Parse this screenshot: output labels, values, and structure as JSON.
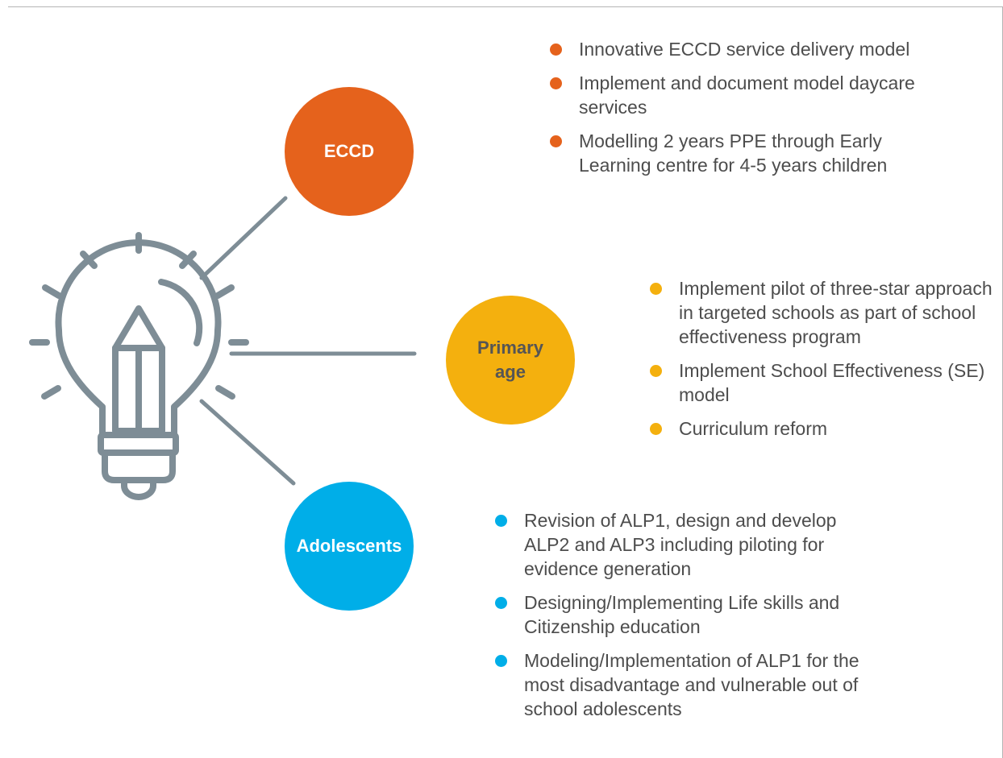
{
  "colors": {
    "eccd": "#e5621c",
    "primary": "#f4b00e",
    "adolescents": "#00aee8",
    "icon": "#7e8d96"
  },
  "icon": "lightbulb-pencil-icon",
  "groups": {
    "eccd": {
      "label": "ECCD",
      "items": [
        "Innovative ECCD service delivery model",
        "Implement and document model daycare services",
        "Modelling 2 years PPE through Early Learning centre for 4-5 years children"
      ]
    },
    "primary": {
      "label": "Primary age",
      "items": [
        "Implement pilot of three-star approach in targeted schools as part of school effectiveness program",
        "Implement School Effectiveness (SE) model",
        "Curriculum reform"
      ]
    },
    "adolescents": {
      "label": "Adolescents",
      "items": [
        "Revision of ALP1, design and develop ALP2 and ALP3 including piloting for evidence generation",
        "Designing/Implementing Life skills and Citizenship education",
        "Modeling/Implementation of ALP1 for the most disadvantage and vulnerable out of school adolescents"
      ]
    }
  }
}
